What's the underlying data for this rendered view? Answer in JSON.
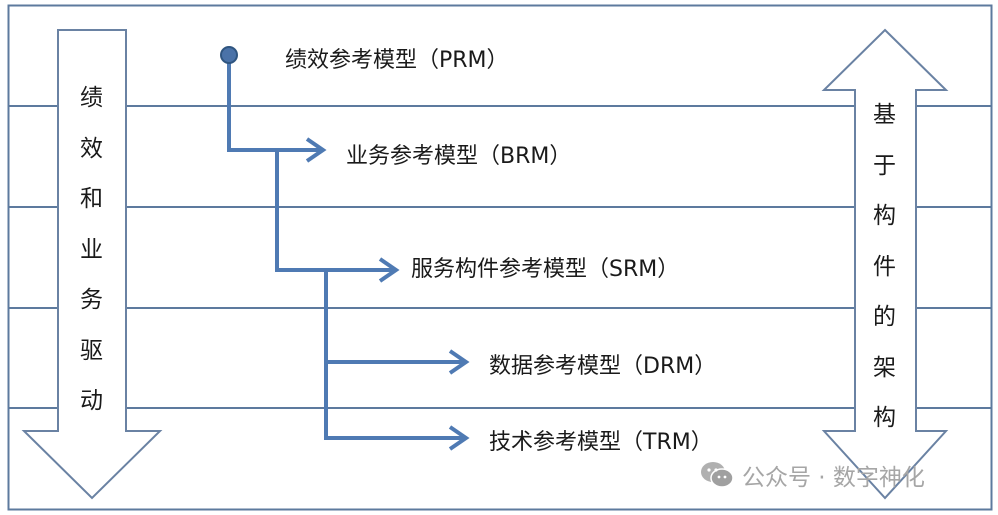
{
  "diagram": {
    "levels": [
      {
        "label": "绩效参考模型（PRM）"
      },
      {
        "label": "业务参考模型（BRM）"
      },
      {
        "label": "服务构件参考模型（SRM）"
      },
      {
        "label": "数据参考模型（DRM）"
      },
      {
        "label": "技术参考模型（TRM）"
      }
    ],
    "left_arrow": {
      "direction": "down",
      "chars": [
        "绩",
        "效",
        "和",
        "业",
        "务",
        "驱",
        "动"
      ]
    },
    "right_arrow": {
      "direction": "up-down",
      "chars": [
        "基",
        "于",
        "构",
        "件",
        "的",
        "架",
        "构"
      ]
    },
    "colors": {
      "line": "#5878a4",
      "connector": "#4f7ab3",
      "text": "#1a1a1a",
      "watermark": "#a6a6a6"
    }
  },
  "watermark": {
    "icon": "wechat-icon",
    "text": "公众号 · 数字神化"
  }
}
